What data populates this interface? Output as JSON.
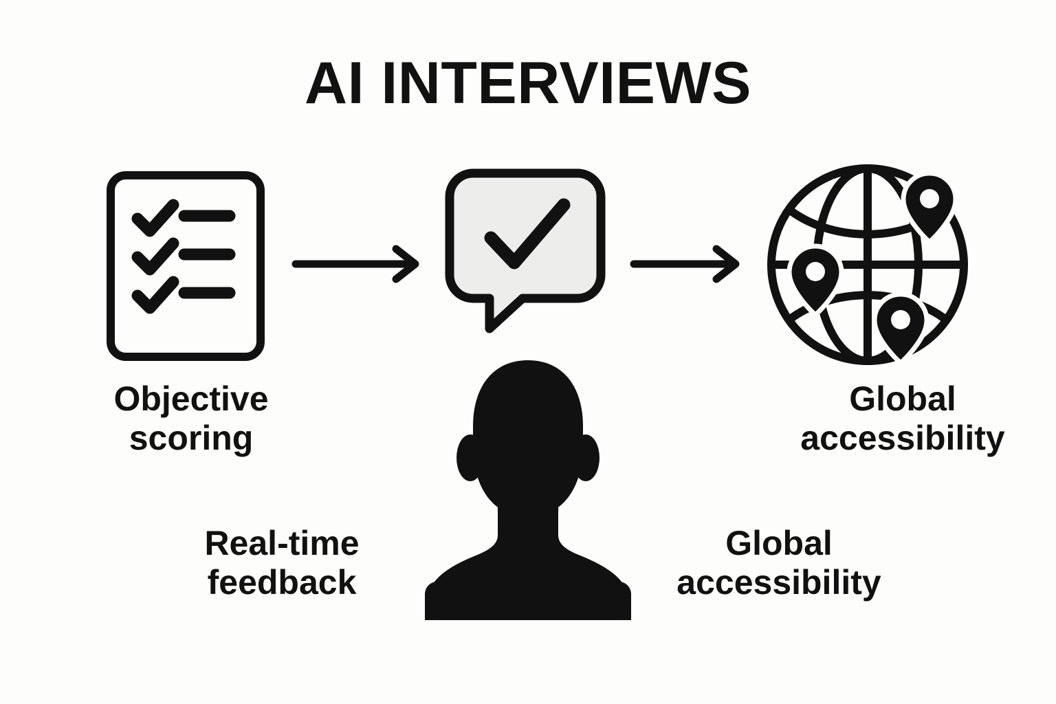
{
  "page": {
    "title": "AI INTERVIEWS",
    "background_color": "#fdfdfb",
    "ink_color": "#111111",
    "bubble_fill_color": "#ededeb"
  },
  "flow": {
    "steps": [
      {
        "icon": "checklist-document-icon",
        "label": "Objective\nscoring"
      },
      {
        "icon": "speech-bubble-check-icon",
        "label": "Real-time\nfeedback"
      },
      {
        "icon": "globe-location-pins-icon",
        "label": "Global\naccessibility"
      }
    ],
    "connectors": [
      {
        "icon": "arrow-right-icon",
        "from": "checklist-document-icon",
        "to": "speech-bubble-check-icon"
      },
      {
        "icon": "arrow-right-icon",
        "from": "speech-bubble-check-icon",
        "to": "globe-location-pins-icon"
      }
    ]
  },
  "center_figure": {
    "icon": "person-silhouette-icon"
  },
  "labels": {
    "objective_scoring": "Objective\nscoring",
    "global_accessibility_top": "Global\naccessibility",
    "real_time_feedback": "Real-time\nfeedback",
    "global_accessibility_bottom": "Global\naccessibility"
  },
  "chart_data": {
    "type": "diagram",
    "title": "AI INTERVIEWS",
    "layout": "left-to-right flow with three icon nodes and two arrows, plus a central person silhouette and four text labels",
    "nodes": [
      {
        "id": "checklist",
        "icon": "checklist-document-icon",
        "position": "left",
        "label": "Objective scoring"
      },
      {
        "id": "bubble",
        "icon": "speech-bubble-check-icon",
        "position": "center",
        "label": "Real-time feedback"
      },
      {
        "id": "globe",
        "icon": "globe-location-pins-icon",
        "position": "right",
        "label": "Global accessibility"
      },
      {
        "id": "person",
        "icon": "person-silhouette-icon",
        "position": "bottom-center",
        "label": ""
      }
    ],
    "edges": [
      {
        "from": "checklist",
        "to": "bubble",
        "style": "arrow"
      },
      {
        "from": "bubble",
        "to": "globe",
        "style": "arrow"
      }
    ],
    "annotations": [
      "Objective scoring",
      "Real-time feedback",
      "Global accessibility",
      "Global accessibility"
    ]
  }
}
